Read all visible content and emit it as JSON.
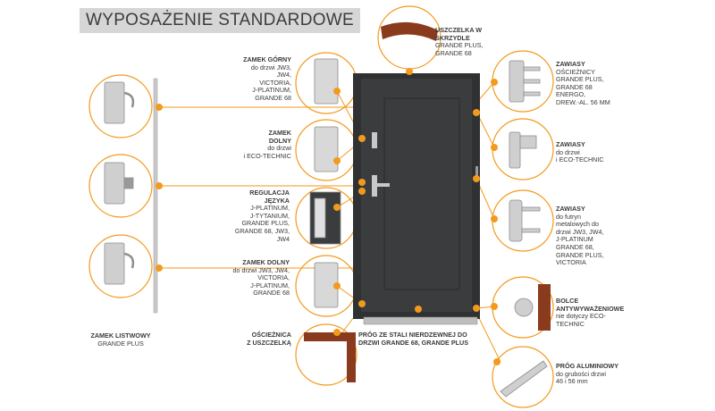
{
  "title": "WYPOSAŻENIE STANDARDOWE",
  "colors": {
    "accent": "#f39a1c",
    "door": "#3a3c3e",
    "frame": "#2f3133",
    "handle": "#c8c8c8",
    "wood": "#8a3b1d"
  },
  "callouts": {
    "zamek_gorny": {
      "heading": "ZAMEK GÓRNY",
      "sub": [
        "do drzwi JW3,",
        "JW4,",
        "VICTORIA,",
        "J-PLATINUM,",
        "GRANDE 68"
      ]
    },
    "zamek_dolny_eco": {
      "heading": "ZAMEK\nDOLNY",
      "sub": [
        "do drzwi",
        "i ECO-TECHNIC"
      ]
    },
    "regulacja": {
      "heading": "REGULACJA\nJĘZYKA",
      "sub": [
        "J-PLATINUM,",
        "J-TYTANIUM,",
        "GRANDE PLUS,",
        "GRANDE 68, JW3,",
        "JW4"
      ]
    },
    "zamek_dolny_jw": {
      "heading": "ZAMEK DOLNY",
      "sub": [
        "do drzwi JW3, JW4,",
        "VICTORIA,",
        "J-PLATINUM,",
        "GRANDE 68"
      ]
    },
    "oscieznica": {
      "heading": "OŚCIEŻNICA\nZ USZCZELKĄ",
      "sub": []
    },
    "zamek_listwowy": {
      "heading": "ZAMEK LISTWOWY",
      "sub": [
        "GRANDE PLUS"
      ]
    },
    "uszczelka": {
      "heading": "USZCZELKA W\nSKRZYDLE",
      "sub": [
        "GRANDE PLUS,",
        "GRANDE 68"
      ]
    },
    "zawiasy_1": {
      "heading": "ZAWIASY",
      "sub": [
        "OŚCIEŻNICY",
        "GRANDE PLUS,",
        "GRANDE 68",
        "ENERGO,",
        "DREW.-AL. 56 MM"
      ]
    },
    "zawiasy_2": {
      "heading": "ZAWIASY",
      "sub": [
        "do drzwi",
        "i ECO-TECHNIC"
      ]
    },
    "zawiasy_3": {
      "heading": "ZAWIASY",
      "sub": [
        "do futryn",
        "metalowych do",
        "drzwi JW3, JW4,",
        "J-PLATINUM",
        "GRANDE 68,",
        "GRANDE PLUS,",
        "VICTORIA"
      ]
    },
    "bolce": {
      "heading": "BOLCE\nANTYWYWAŻENIOWE",
      "sub": [
        "nie dotyczy ECO-",
        "TECHNIC"
      ]
    },
    "prog_aluminiowy": {
      "heading": "PRÓG ALUMINIOWY",
      "sub": [
        "do grubości drzwi",
        "46 i 56 mm"
      ]
    },
    "prog_stal": {
      "heading": "PRÓG ZE STALI NIERDZEWNEJ DO\nDRZWI GRANDE 68, GRANDE PLUS",
      "sub": []
    }
  }
}
